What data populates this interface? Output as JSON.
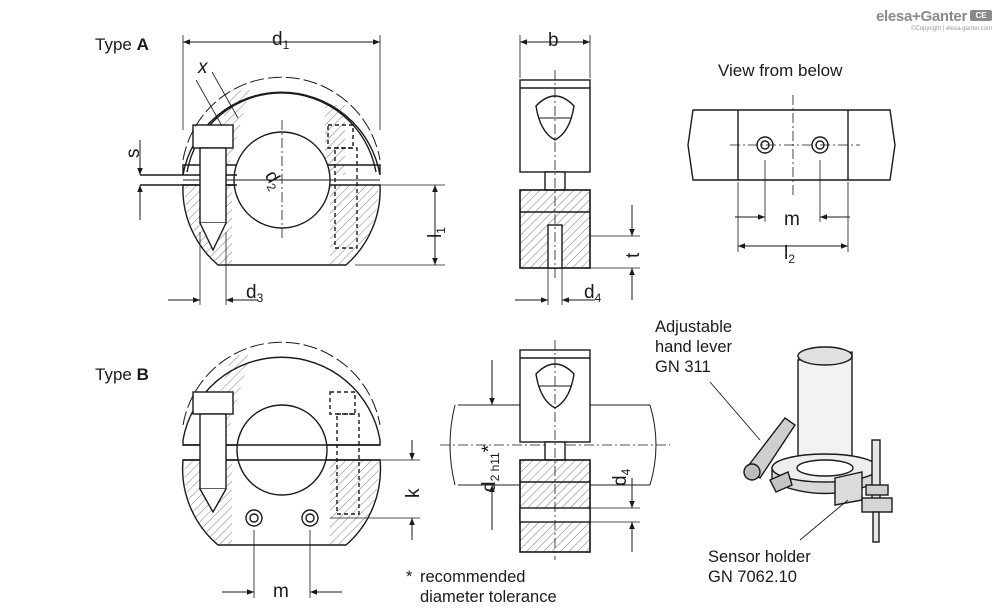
{
  "labels": {
    "type_a_prefix": "Type ",
    "type_a_letter": "A",
    "type_b_prefix": "Type ",
    "type_b_letter": "B",
    "view_from_below": "View from below",
    "adjustable_lever_1": "Adjustable",
    "adjustable_lever_2": "hand lever",
    "adjustable_lever_3": "GN 311",
    "sensor_holder_1": "Sensor holder",
    "sensor_holder_2": "GN 7062.10",
    "note_star": "*",
    "note_line_1": "recommended",
    "note_line_2": "diameter tolerance"
  },
  "dimensions": {
    "d1": {
      "base": "d",
      "sub": "1"
    },
    "d2_a": {
      "base": "d",
      "sub": "2"
    },
    "d2_b": {
      "base": "d",
      "sub": "2 h11",
      "star": "*"
    },
    "d3": {
      "base": "d",
      "sub": "3"
    },
    "d4_a": {
      "base": "d",
      "sub": "4"
    },
    "d4_b": {
      "base": "d",
      "sub": "4"
    },
    "l1": {
      "base": "l",
      "sub": "1"
    },
    "l2": {
      "base": "l",
      "sub": "2"
    },
    "b": "b",
    "s": "s",
    "x": "x",
    "t": "t",
    "k": "k",
    "m_top": "m",
    "m_bottom": "m"
  },
  "logo": {
    "brand": "elesa+Ganter",
    "copyright": "©Copyright | elesa-ganter.com",
    "mark": "CE"
  }
}
